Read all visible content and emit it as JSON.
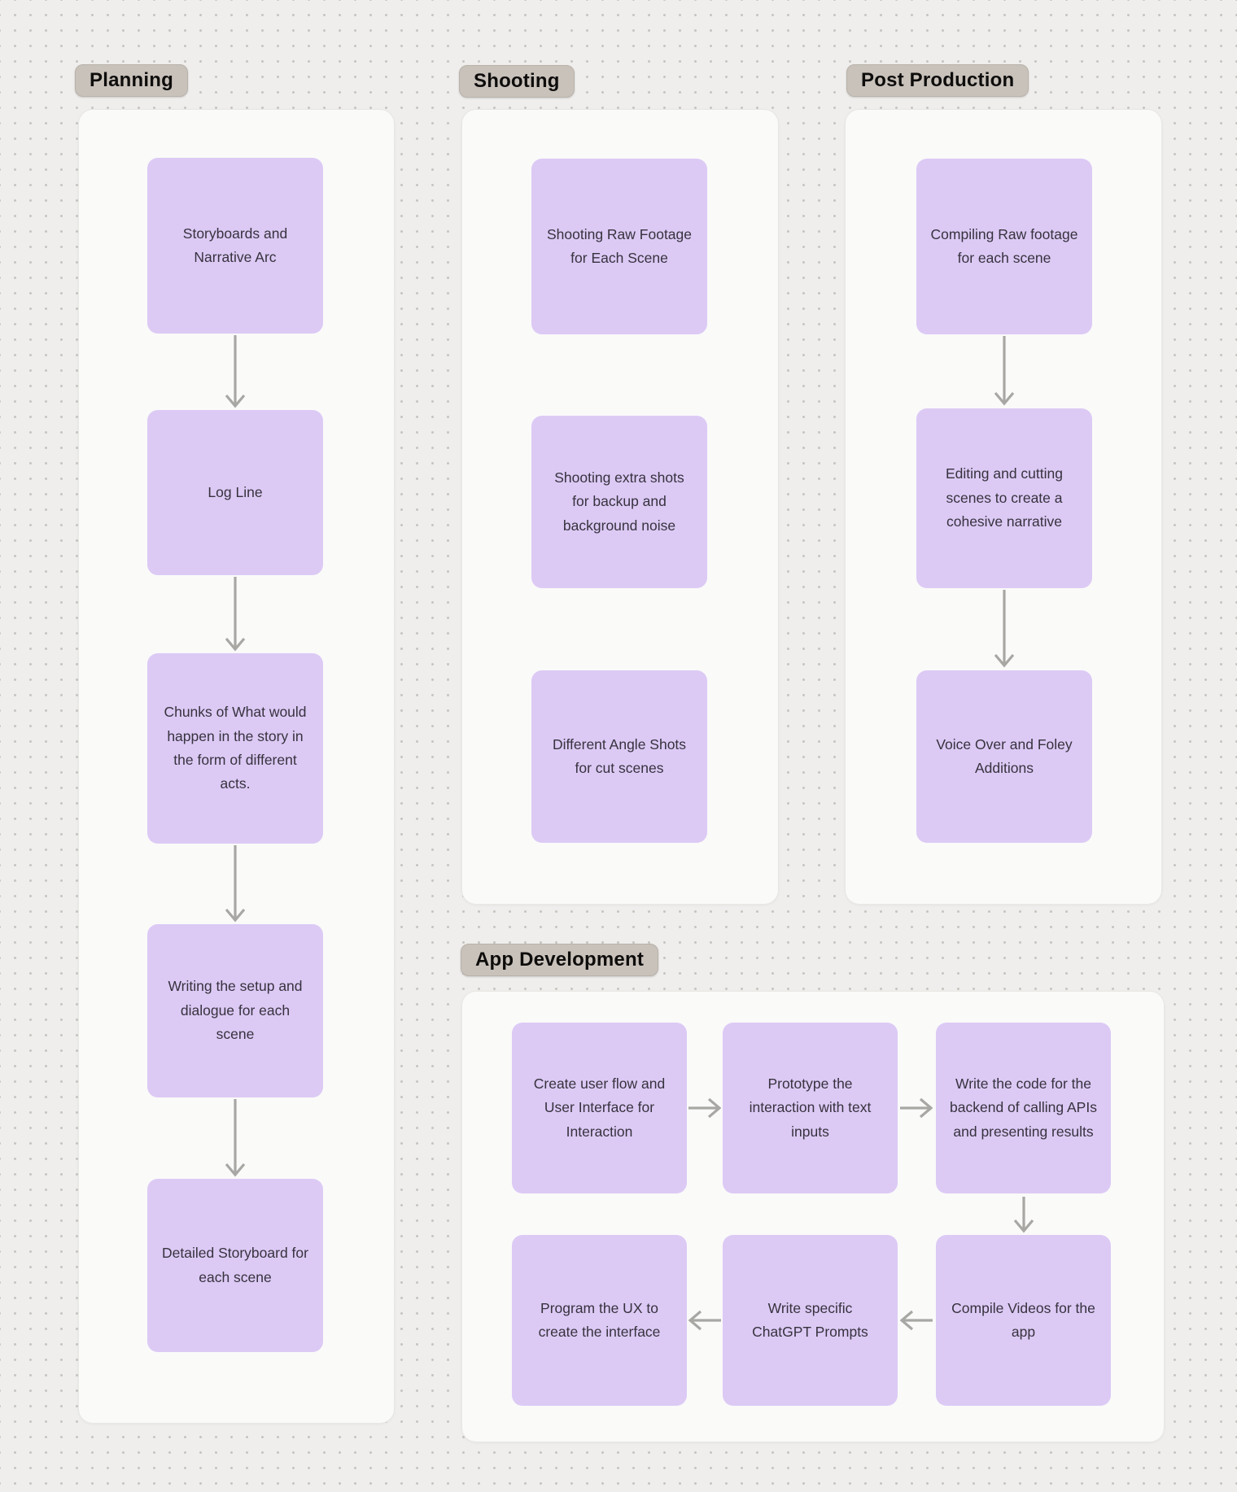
{
  "colors": {
    "background": "#efeeec",
    "dot_grid": "#c7c5c2",
    "container": "#fafaf9",
    "card": "#dccaf5",
    "card_text": "#37323e",
    "label_pill": "#c9c2bb",
    "arrow": "#a8a7a4"
  },
  "sections": {
    "planning": {
      "label": "Planning",
      "cards": [
        "Storyboards and Narrative Arc",
        "Log Line",
        "Chunks of What would happen in the story in the form of different acts.",
        "Writing the setup and dialogue for each scene",
        "Detailed Storyboard for each scene"
      ]
    },
    "shooting": {
      "label": "Shooting",
      "cards": [
        "Shooting Raw Footage for Each Scene",
        "Shooting extra shots for backup and background noise",
        "Different Angle Shots for cut scenes"
      ]
    },
    "post_production": {
      "label": "Post Production",
      "cards": [
        "Compiling Raw footage for each scene",
        "Editing and cutting scenes to create a cohesive narrative",
        "Voice Over and Foley Additions"
      ]
    },
    "app_development": {
      "label": "App Development",
      "cards": [
        "Create user flow and User Interface for Interaction",
        "Prototype the interaction with text inputs",
        "Write the code for the backend of calling APIs and presenting results",
        "Program the UX to create the interface",
        "Write specific ChatGPT Prompts",
        "Compile Videos for the app"
      ]
    }
  }
}
